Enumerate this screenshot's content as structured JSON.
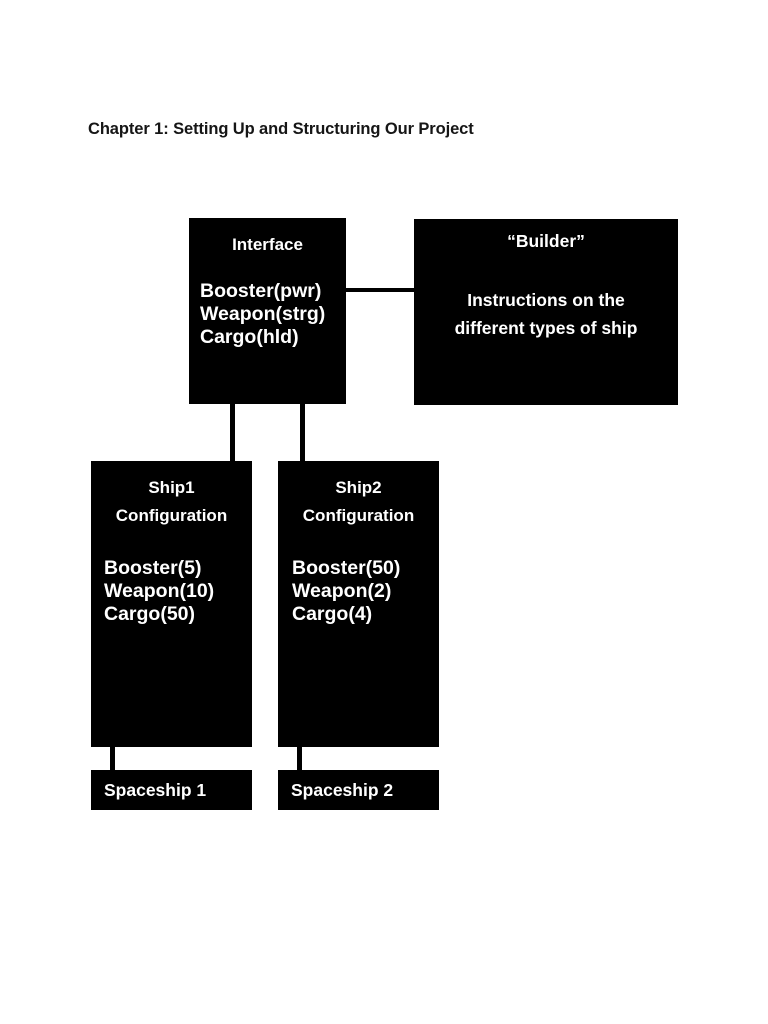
{
  "page": {
    "title": "Chapter 1: Setting Up and Structuring Our Project",
    "background_color": "#ffffff",
    "node_fill_color": "#000000",
    "node_text_color": "#ffffff"
  },
  "diagram": {
    "type": "block-diagram",
    "nodes": {
      "interface": {
        "heading": "Interface",
        "lines": [
          "Booster(pwr)",
          "Weapon(strg)",
          "Cargo(hld)"
        ]
      },
      "builder": {
        "heading": "“Builder”",
        "lines": [
          "Instructions on the",
          "different types of ship"
        ]
      },
      "ship1_configuration": {
        "heading_line1": "Ship1",
        "heading_line2": "Configuration",
        "lines": [
          "Booster(5)",
          "Weapon(10)",
          "Cargo(50)"
        ]
      },
      "ship2_configuration": {
        "heading_line1": "Ship2",
        "heading_line2": "Configuration",
        "lines": [
          "Booster(50)",
          "Weapon(2)",
          "Cargo(4)"
        ]
      },
      "spaceship1": {
        "label": "Spaceship 1"
      },
      "spaceship2": {
        "label": "Spaceship 2"
      }
    },
    "connectors": [
      {
        "name": "interface-to-builder",
        "orientation": "horizontal"
      },
      {
        "name": "interface-to-ship1-configuration",
        "orientation": "vertical"
      },
      {
        "name": "interface-to-ship2-configuration",
        "orientation": "vertical"
      },
      {
        "name": "ship1-configuration-to-spaceship1",
        "orientation": "vertical"
      },
      {
        "name": "ship2-configuration-to-spaceship2",
        "orientation": "vertical"
      }
    ]
  }
}
